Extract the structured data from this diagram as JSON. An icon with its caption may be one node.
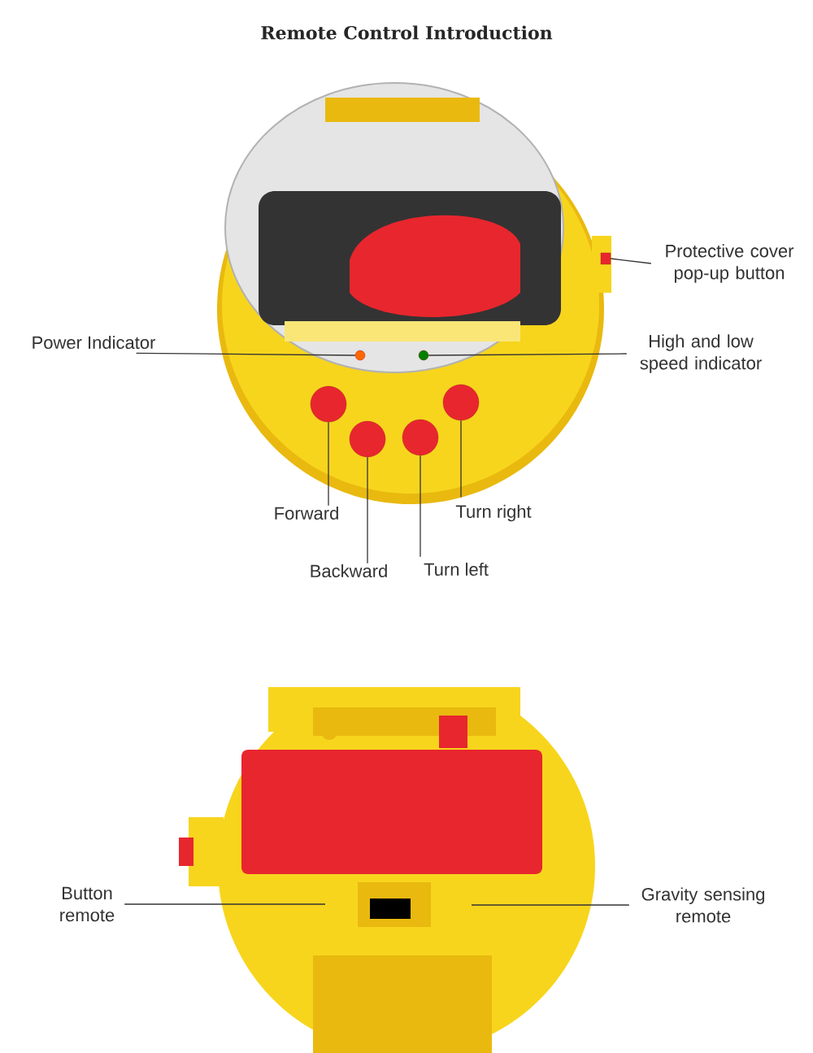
{
  "diagram": {
    "title": "Remote Control Introduction",
    "nodes": [
      {
        "text": [
          "Protective cover pop-up button"
        ]
      },
      {
        "text": [
          "Power Indicator"
        ]
      },
      {
        "text": [
          "High and low speed indicator"
        ]
      },
      {
        "text": [
          "Forward"
        ]
      },
      {
        "text": [
          "Backward"
        ]
      },
      {
        "text": [
          "Turn left"
        ]
      },
      {
        "text": [
          "Turn right"
        ]
      },
      {
        "text": [
          "Button remote"
        ]
      },
      {
        "text": [
          "Gravity sensing remote"
        ]
      },
      {
        "text": [],
        "shape": "box"
      },
      {
        "text": [],
        "shape": "circle"
      },
      {
        "text": [],
        "shape": "circle"
      },
      {
        "text": [],
        "shape": "circle"
      },
      {
        "text": [],
        "shape": "circle"
      },
      {
        "text": [],
        "shape": "circle"
      },
      {
        "text": [],
        "shape": "circle"
      }
    ],
    "edges": [
      {
        "from": 0,
        "to": 9,
        "arrow": "none"
      },
      {
        "from": 1,
        "to": 10,
        "arrow": "none"
      },
      {
        "from": 2,
        "to": 11,
        "arrow": "none"
      },
      {
        "from": 3,
        "to": 12,
        "arrow": "none"
      },
      {
        "from": 4,
        "to": 13,
        "arrow": "none"
      },
      {
        "from": 5,
        "to": 14,
        "arrow": "none"
      },
      {
        "from": 6,
        "to": 15,
        "arrow": "none"
      },
      {
        "from": 7,
        "to": null,
        "arrow": "none"
      },
      {
        "from": 8,
        "to": null,
        "arrow": "none"
      }
    ]
  }
}
